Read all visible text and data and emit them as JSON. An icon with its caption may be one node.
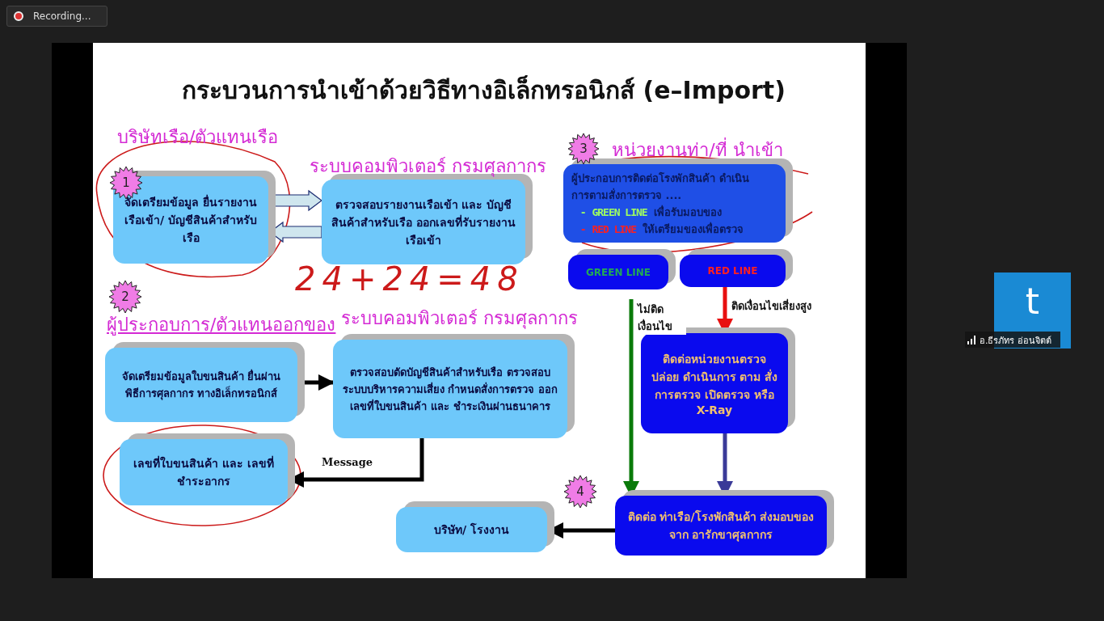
{
  "diagram": {
    "title": "กระบวนการนำเข้าด้วยวิธีทางอิเล็กทรอนิกส์ (e–Import)",
    "nodes": [
      {
        "text": [
          "1"
        ]
      },
      {
        "text": [
          "บริษัทเรือ/ตัวแทนเรือ",
          "จัดเตรียมข้อมูล ยื่นรายงานเรือเข้า/ บัญชีสินค้าสำหรับเรือ"
        ]
      },
      {
        "text": [
          "ระบบคอมพิวเตอร์ กรมศุลกากร",
          "ตรวจสอบรายงานเรือเข้า และ บัญชีสินค้าสำหรับเรือ ออกเลขที่รับรายงานเรือเข้า"
        ]
      },
      {
        "text": [
          "2"
        ]
      },
      {
        "text": [
          "ผู้ประกอบการ/ตัวแทนออกของ",
          "จัดเตรียมข้อมูลใบขนสินค้า ยื่นผ่านพิธีการศุลกากร ทางอิเล็กทรอนิกส์"
        ]
      },
      {
        "text": [
          "ระบบคอมพิวเตอร์ กรมศุลกากร",
          "ตรวจสอบตัดบัญชีสินค้าสำหรับเรือ ตรวจสอบระบบบริหารความเสี่ยง กำหนดสั่งการตรวจ ออกเลขที่ใบขนสินค้า และ ชำระเงินผ่านธนาคาร"
        ]
      },
      {
        "text": [
          "เลขที่ใบขนสินค้า และ เลขที่ชำระอากร"
        ]
      },
      {
        "text": [
          "3"
        ]
      },
      {
        "text": [
          "หน่วยงานท่า/ที่ นำเข้า",
          "ผู้ประกอบการติดต่อโรงพักสินค้า ดำเนินการตามสั่งการตรวจ ....",
          "-",
          "GREEN LINE",
          "เพื่อรับมอบของ",
          "-",
          "RED LINE",
          "ให้เตรียมของเพื่อตรวจ"
        ]
      },
      {
        "text": [
          "GREEN LINE"
        ]
      },
      {
        "text": [
          "RED LINE"
        ]
      },
      {
        "text": [
          "ติดต่อหน่วยงานตรวจ ปล่อย ดำเนินการ ตาม สั่งการตรวจ เปิดตรวจ หรือ X-Ray"
        ]
      },
      {
        "text": [
          "4"
        ]
      },
      {
        "text": [
          "ติดต่อ ท่าเรือ/โรงพักสินค้า ส่งมอบของจาก อารักขาศุลกากร"
        ]
      },
      {
        "text": [
          "บริษัท/ โรงงาน"
        ]
      }
    ],
    "edges": [
      {
        "from": 1,
        "to": 2,
        "arrow": "to",
        "color": "#cfe6ee"
      },
      {
        "from": 2,
        "to": 1,
        "arrow": "to",
        "color": "#cfe6ee"
      },
      {
        "from": 4,
        "to": 5,
        "arrow": "to"
      },
      {
        "from": 5,
        "to": 6,
        "arrow": "to",
        "label": "Message"
      },
      {
        "from": 9,
        "to": 13,
        "arrow": "to",
        "label": "ไม่ติด เงื่อนไข",
        "color": "#0a7a0a"
      },
      {
        "from": 10,
        "to": 11,
        "arrow": "to",
        "label": "ติดเงื่อนไขเสี่ยงสูง",
        "color": "#e81010"
      },
      {
        "from": 11,
        "to": 13,
        "arrow": "to",
        "color": "#3a3a98"
      },
      {
        "from": 13,
        "to": 14,
        "arrow": "to"
      }
    ],
    "labels": [
      "Recording...",
      "24+24=48",
      "t",
      "อ.ธีรภัทร อ่อนจิตต์"
    ]
  }
}
